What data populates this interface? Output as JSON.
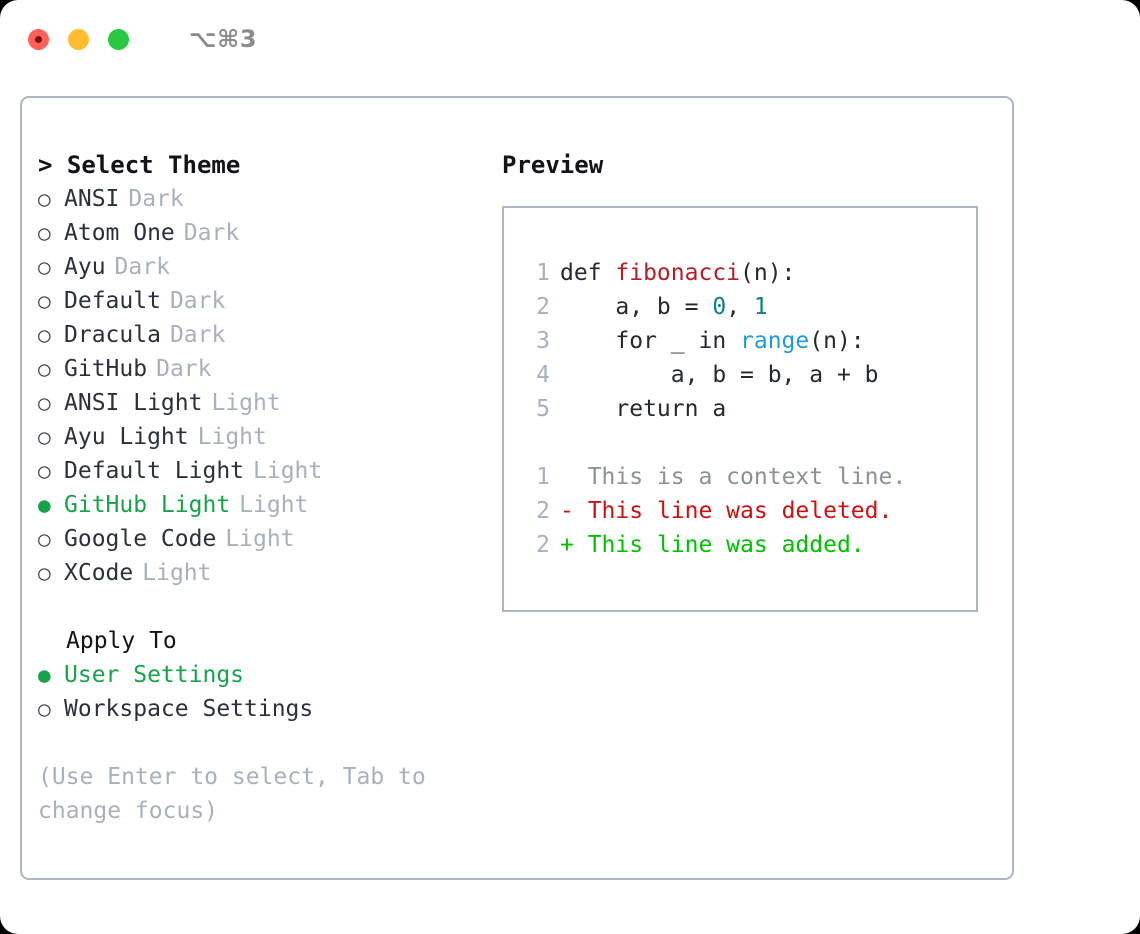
{
  "titlebar": {
    "shortcut": "⌥⌘3",
    "buttons": [
      {
        "name": "close",
        "color": "#ff6058"
      },
      {
        "name": "minimize",
        "color": "#ffbd2e"
      },
      {
        "name": "zoom",
        "color": "#28c840"
      }
    ]
  },
  "colors": {
    "selected_green": "#16a34a",
    "muted_gray": "#a8b0bd",
    "border": "#aeb6c2",
    "text": "#2b313c",
    "func_red": "#b31d28",
    "number_teal": "#0d8080",
    "builtin_blue": "#1e9cd8",
    "diff_deleted": "#cc1111",
    "diff_added": "#00c000",
    "diff_context": "#8a9199"
  },
  "theme_picker": {
    "heading": "> Select Theme",
    "bullet_unselected": "○",
    "bullet_selected": "●",
    "items": [
      {
        "name": "ANSI",
        "variant": "Dark",
        "selected": false
      },
      {
        "name": "Atom One",
        "variant": "Dark",
        "selected": false
      },
      {
        "name": "Ayu",
        "variant": "Dark",
        "selected": false
      },
      {
        "name": "Default",
        "variant": "Dark",
        "selected": false
      },
      {
        "name": "Dracula",
        "variant": "Dark",
        "selected": false
      },
      {
        "name": "GitHub",
        "variant": "Dark",
        "selected": false
      },
      {
        "name": "ANSI Light",
        "variant": "Light",
        "selected": false
      },
      {
        "name": "Ayu Light",
        "variant": "Light",
        "selected": false
      },
      {
        "name": "Default Light",
        "variant": "Light",
        "selected": false
      },
      {
        "name": "GitHub Light",
        "variant": "Light",
        "selected": true
      },
      {
        "name": "Google Code",
        "variant": "Light",
        "selected": false
      },
      {
        "name": "XCode",
        "variant": "Light",
        "selected": false
      }
    ]
  },
  "apply_to": {
    "heading": "Apply To",
    "options": [
      {
        "label": "User Settings",
        "selected": true
      },
      {
        "label": "Workspace Settings",
        "selected": false
      }
    ]
  },
  "hint": "(Use Enter to select, Tab to change focus)",
  "preview": {
    "heading": "Preview",
    "code_lines": [
      {
        "no": "1",
        "tokens": [
          {
            "text": "def ",
            "kind": "plain"
          },
          {
            "text": "fibonacci",
            "kind": "func"
          },
          {
            "text": "(n):",
            "kind": "plain"
          }
        ]
      },
      {
        "no": "2",
        "tokens": [
          {
            "text": "    a, b = ",
            "kind": "plain"
          },
          {
            "text": "0",
            "kind": "number"
          },
          {
            "text": ", ",
            "kind": "plain"
          },
          {
            "text": "1",
            "kind": "number"
          }
        ]
      },
      {
        "no": "3",
        "tokens": [
          {
            "text": "    for _ in ",
            "kind": "plain"
          },
          {
            "text": "range",
            "kind": "builtin"
          },
          {
            "text": "(n):",
            "kind": "plain"
          }
        ]
      },
      {
        "no": "4",
        "tokens": [
          {
            "text": "        a, b = b, a + b",
            "kind": "plain"
          }
        ]
      },
      {
        "no": "5",
        "tokens": [
          {
            "text": "    return a",
            "kind": "plain"
          }
        ]
      }
    ],
    "diff_lines": [
      {
        "no": "1",
        "marker": "  ",
        "text": "This is a context line.",
        "kind": "context"
      },
      {
        "no": "2",
        "marker": "- ",
        "text": "This line was deleted.",
        "kind": "deleted"
      },
      {
        "no": "2",
        "marker": "+ ",
        "text": "This line was added.",
        "kind": "added"
      }
    ]
  }
}
